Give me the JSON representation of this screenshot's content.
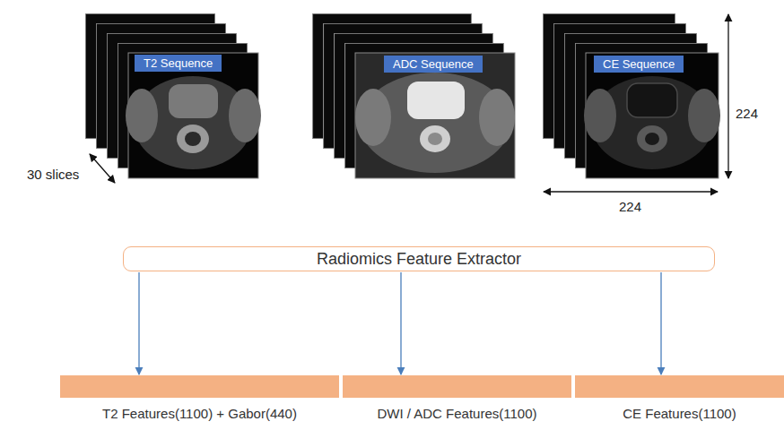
{
  "diagram": {
    "nodes": [
      {
        "text": [
          "T2 Sequence"
        ]
      },
      {
        "text": [
          "ADC Sequence"
        ]
      },
      {
        "text": [
          "CE Sequence"
        ]
      },
      {
        "text": [
          "Radiomics Feature Extractor"
        ]
      },
      {
        "text": [
          "T2 Features(1100) + Gabor(440)"
        ]
      },
      {
        "text": [
          "DWI / ADC Features(1100)"
        ]
      },
      {
        "text": [
          "CE Features(1100)"
        ]
      }
    ],
    "edges": [
      {
        "from": 3,
        "to": 4,
        "arrow": "to"
      },
      {
        "from": 3,
        "to": 5,
        "arrow": "to"
      },
      {
        "from": 3,
        "to": 6,
        "arrow": "to"
      }
    ],
    "labels": [
      "30 slices",
      "224",
      "224"
    ]
  }
}
